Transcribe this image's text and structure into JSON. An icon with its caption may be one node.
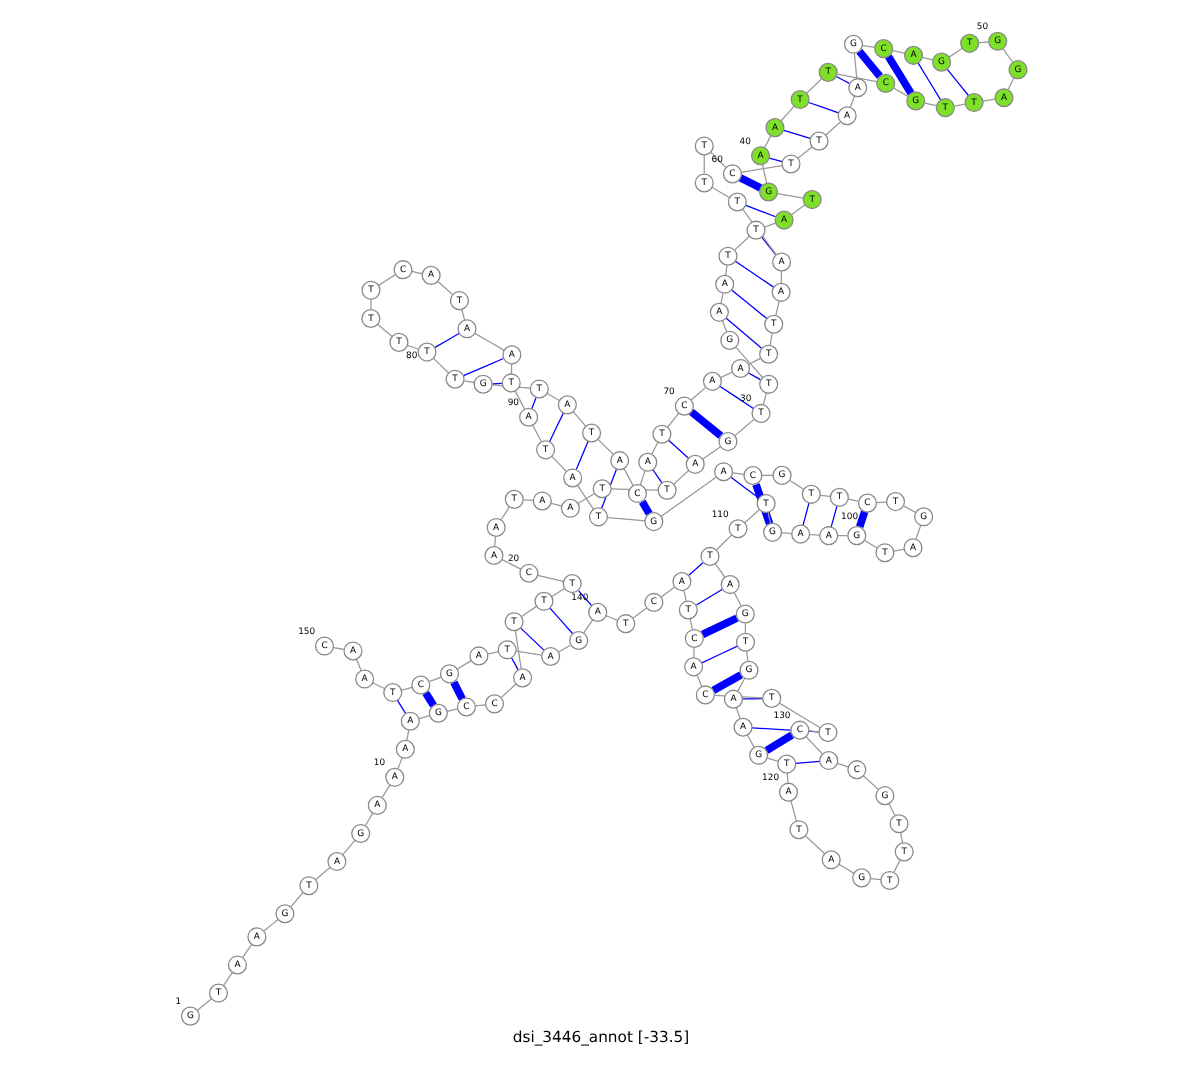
{
  "diagram": {
    "title": "dsi_3446_annot [-33.5]",
    "nodes": [
      {
        "text": [
          "G"
        ],
        "beside": [
          "1"
        ]
      },
      {
        "text": [
          "T"
        ]
      },
      {
        "text": [
          "A"
        ]
      },
      {
        "text": [
          "A"
        ]
      },
      {
        "text": [
          "G"
        ]
      },
      {
        "text": [
          "T"
        ]
      },
      {
        "text": [
          "A"
        ]
      },
      {
        "text": [
          "G"
        ]
      },
      {
        "text": [
          "A"
        ]
      },
      {
        "text": [
          "A"
        ],
        "beside": [
          "10"
        ]
      },
      {
        "text": [
          "A"
        ]
      },
      {
        "text": [
          "A"
        ]
      },
      {
        "text": [
          "G"
        ]
      },
      {
        "text": [
          "C"
        ]
      },
      {
        "text": [
          "C"
        ]
      },
      {
        "text": [
          "A"
        ]
      },
      {
        "text": [
          "T"
        ]
      },
      {
        "text": [
          "T"
        ]
      },
      {
        "text": [
          "T"
        ]
      },
      {
        "text": [
          "C"
        ],
        "beside": [
          "20"
        ]
      },
      {
        "text": [
          "A"
        ]
      },
      {
        "text": [
          "A"
        ]
      },
      {
        "text": [
          "T"
        ]
      },
      {
        "text": [
          "A"
        ]
      },
      {
        "text": [
          "A"
        ]
      },
      {
        "text": [
          "T"
        ]
      },
      {
        "text": [
          "T"
        ]
      },
      {
        "text": [
          "A"
        ]
      },
      {
        "text": [
          "G"
        ]
      },
      {
        "text": [
          "T"
        ],
        "beside": [
          "30"
        ]
      },
      {
        "text": [
          "T"
        ]
      },
      {
        "text": [
          "G"
        ]
      },
      {
        "text": [
          "A"
        ]
      },
      {
        "text": [
          "A"
        ]
      },
      {
        "text": [
          "T"
        ]
      },
      {
        "text": [
          "T"
        ]
      },
      {
        "text": [
          "A"
        ]
      },
      {
        "text": [
          "T"
        ]
      },
      {
        "text": [
          "G"
        ]
      },
      {
        "text": [
          "A"
        ],
        "beside": [
          "40"
        ]
      },
      {
        "text": [
          "A"
        ]
      },
      {
        "text": [
          "T"
        ]
      },
      {
        "text": [
          "T"
        ]
      },
      {
        "text": [
          "C"
        ]
      },
      {
        "text": [
          "G"
        ]
      },
      {
        "text": [
          "T"
        ]
      },
      {
        "text": [
          "T"
        ]
      },
      {
        "text": [
          "A"
        ]
      },
      {
        "text": [
          "G"
        ]
      },
      {
        "text": [
          "G"
        ],
        "beside": [
          "50"
        ]
      },
      {
        "text": [
          "T"
        ]
      },
      {
        "text": [
          "G"
        ]
      },
      {
        "text": [
          "A"
        ]
      },
      {
        "text": [
          "C"
        ]
      },
      {
        "text": [
          "G"
        ]
      },
      {
        "text": [
          "A"
        ]
      },
      {
        "text": [
          "A"
        ]
      },
      {
        "text": [
          "T"
        ]
      },
      {
        "text": [
          "T"
        ]
      },
      {
        "text": [
          "C"
        ],
        "beside": [
          "60"
        ]
      },
      {
        "text": [
          "T"
        ]
      },
      {
        "text": [
          "T"
        ]
      },
      {
        "text": [
          "T"
        ]
      },
      {
        "text": [
          "A"
        ]
      },
      {
        "text": [
          "A"
        ]
      },
      {
        "text": [
          "T"
        ]
      },
      {
        "text": [
          "T"
        ]
      },
      {
        "text": [
          "A"
        ]
      },
      {
        "text": [
          "A"
        ]
      },
      {
        "text": [
          "C"
        ],
        "beside": [
          "70"
        ]
      },
      {
        "text": [
          "T"
        ]
      },
      {
        "text": [
          "A"
        ]
      },
      {
        "text": [
          "C"
        ]
      },
      {
        "text": [
          "A"
        ]
      },
      {
        "text": [
          "T"
        ]
      },
      {
        "text": [
          "A"
        ]
      },
      {
        "text": [
          "T"
        ]
      },
      {
        "text": [
          "G"
        ]
      },
      {
        "text": [
          "T"
        ]
      },
      {
        "text": [
          "T"
        ],
        "beside": [
          "80"
        ]
      },
      {
        "text": [
          "T"
        ]
      },
      {
        "text": [
          "T"
        ]
      },
      {
        "text": [
          "T"
        ]
      },
      {
        "text": [
          "C"
        ]
      },
      {
        "text": [
          "A"
        ]
      },
      {
        "text": [
          "T"
        ]
      },
      {
        "text": [
          "A"
        ]
      },
      {
        "text": [
          "A"
        ]
      },
      {
        "text": [
          "T"
        ]
      },
      {
        "text": [
          "A"
        ],
        "beside": [
          "90"
        ]
      },
      {
        "text": [
          "T"
        ]
      },
      {
        "text": [
          "A"
        ]
      },
      {
        "text": [
          "T"
        ]
      },
      {
        "text": [
          "G"
        ]
      },
      {
        "text": [
          "A"
        ]
      },
      {
        "text": [
          "C"
        ]
      },
      {
        "text": [
          "G"
        ]
      },
      {
        "text": [
          "T"
        ]
      },
      {
        "text": [
          "T"
        ]
      },
      {
        "text": [
          "C"
        ],
        "beside": [
          "100"
        ]
      },
      {
        "text": [
          "T"
        ]
      },
      {
        "text": [
          "G"
        ]
      },
      {
        "text": [
          "A"
        ]
      },
      {
        "text": [
          "T"
        ]
      },
      {
        "text": [
          "G"
        ]
      },
      {
        "text": [
          "A"
        ]
      },
      {
        "text": [
          "A"
        ]
      },
      {
        "text": [
          "G"
        ]
      },
      {
        "text": [
          "T"
        ]
      },
      {
        "text": [
          "T"
        ],
        "beside": [
          "110"
        ]
      },
      {
        "text": [
          "T"
        ]
      },
      {
        "text": [
          "A"
        ]
      },
      {
        "text": [
          "G"
        ]
      },
      {
        "text": [
          "T"
        ]
      },
      {
        "text": [
          "G"
        ]
      },
      {
        "text": [
          "A"
        ]
      },
      {
        "text": [
          "A"
        ]
      },
      {
        "text": [
          "G"
        ]
      },
      {
        "text": [
          "T"
        ]
      },
      {
        "text": [
          "A"
        ],
        "beside": [
          "120"
        ]
      },
      {
        "text": [
          "T"
        ]
      },
      {
        "text": [
          "A"
        ]
      },
      {
        "text": [
          "G"
        ]
      },
      {
        "text": [
          "T"
        ]
      },
      {
        "text": [
          "T"
        ]
      },
      {
        "text": [
          "T"
        ]
      },
      {
        "text": [
          "G"
        ]
      },
      {
        "text": [
          "C"
        ]
      },
      {
        "text": [
          "A"
        ]
      },
      {
        "text": [
          "C"
        ],
        "beside": [
          "130"
        ]
      },
      {
        "text": [
          "T"
        ]
      },
      {
        "text": [
          "T"
        ]
      },
      {
        "text": [
          "C"
        ]
      },
      {
        "text": [
          "A"
        ]
      },
      {
        "text": [
          "C"
        ]
      },
      {
        "text": [
          "T"
        ]
      },
      {
        "text": [
          "A"
        ]
      },
      {
        "text": [
          "C"
        ]
      },
      {
        "text": [
          "T"
        ]
      },
      {
        "text": [
          "A"
        ],
        "beside": [
          "140"
        ]
      },
      {
        "text": [
          "G"
        ]
      },
      {
        "text": [
          "A"
        ]
      },
      {
        "text": [
          "T"
        ]
      },
      {
        "text": [
          "A"
        ]
      },
      {
        "text": [
          "G"
        ]
      },
      {
        "text": [
          "C"
        ]
      },
      {
        "text": [
          "T"
        ]
      },
      {
        "text": [
          "A"
        ]
      },
      {
        "text": [
          "A"
        ]
      },
      {
        "text": [
          "C"
        ],
        "beside": [
          "150"
        ]
      }
    ],
    "edges": [
      {
        "from": 0,
        "to": 1,
        "arrow": "none"
      },
      {
        "from": 1,
        "to": 2,
        "arrow": "none"
      },
      {
        "from": 2,
        "to": 3,
        "arrow": "none"
      },
      {
        "from": 3,
        "to": 4,
        "arrow": "none"
      },
      {
        "from": 4,
        "to": 5,
        "arrow": "none"
      },
      {
        "from": 5,
        "to": 6,
        "arrow": "none"
      },
      {
        "from": 6,
        "to": 7,
        "arrow": "none"
      },
      {
        "from": 7,
        "to": 8,
        "arrow": "none"
      },
      {
        "from": 8,
        "to": 9,
        "arrow": "none"
      },
      {
        "from": 9,
        "to": 10,
        "arrow": "none"
      },
      {
        "from": 10,
        "to": 11,
        "arrow": "none"
      },
      {
        "from": 11,
        "to": 12,
        "arrow": "none"
      },
      {
        "from": 12,
        "to": 13,
        "arrow": "none"
      },
      {
        "from": 13,
        "to": 14,
        "arrow": "none"
      },
      {
        "from": 14,
        "to": 15,
        "arrow": "none"
      },
      {
        "from": 15,
        "to": 16,
        "arrow": "none"
      },
      {
        "from": 16,
        "to": 17,
        "arrow": "none"
      },
      {
        "from": 17,
        "to": 18,
        "arrow": "none"
      },
      {
        "from": 18,
        "to": 19,
        "arrow": "none"
      },
      {
        "from": 19,
        "to": 20,
        "arrow": "none"
      },
      {
        "from": 20,
        "to": 21,
        "arrow": "none"
      },
      {
        "from": 21,
        "to": 22,
        "arrow": "none"
      },
      {
        "from": 22,
        "to": 23,
        "arrow": "none"
      },
      {
        "from": 23,
        "to": 24,
        "arrow": "none"
      },
      {
        "from": 24,
        "to": 25,
        "arrow": "none"
      },
      {
        "from": 25,
        "to": 26,
        "arrow": "none"
      },
      {
        "from": 26,
        "to": 27,
        "arrow": "none"
      },
      {
        "from": 27,
        "to": 28,
        "arrow": "none"
      },
      {
        "from": 28,
        "to": 29,
        "arrow": "none"
      },
      {
        "from": 29,
        "to": 30,
        "arrow": "none"
      },
      {
        "from": 30,
        "to": 31,
        "arrow": "none"
      },
      {
        "from": 31,
        "to": 32,
        "arrow": "none"
      },
      {
        "from": 32,
        "to": 33,
        "arrow": "none"
      },
      {
        "from": 33,
        "to": 34,
        "arrow": "none"
      },
      {
        "from": 34,
        "to": 35,
        "arrow": "none"
      },
      {
        "from": 35,
        "to": 36,
        "arrow": "none"
      },
      {
        "from": 36,
        "to": 37,
        "arrow": "none"
      },
      {
        "from": 37,
        "to": 38,
        "arrow": "none"
      },
      {
        "from": 38,
        "to": 39,
        "arrow": "none"
      },
      {
        "from": 39,
        "to": 40,
        "arrow": "none"
      },
      {
        "from": 40,
        "to": 41,
        "arrow": "none"
      },
      {
        "from": 41,
        "to": 42,
        "arrow": "none"
      },
      {
        "from": 42,
        "to": 43,
        "arrow": "none"
      },
      {
        "from": 43,
        "to": 44,
        "arrow": "none"
      },
      {
        "from": 44,
        "to": 45,
        "arrow": "none"
      },
      {
        "from": 45,
        "to": 46,
        "arrow": "none"
      },
      {
        "from": 46,
        "to": 47,
        "arrow": "none"
      },
      {
        "from": 47,
        "to": 48,
        "arrow": "none"
      },
      {
        "from": 48,
        "to": 49,
        "arrow": "none"
      },
      {
        "from": 49,
        "to": 50,
        "arrow": "none"
      },
      {
        "from": 50,
        "to": 51,
        "arrow": "none"
      },
      {
        "from": 51,
        "to": 52,
        "arrow": "none"
      },
      {
        "from": 52,
        "to": 53,
        "arrow": "none"
      },
      {
        "from": 53,
        "to": 54,
        "arrow": "none"
      },
      {
        "from": 54,
        "to": 55,
        "arrow": "none"
      },
      {
        "from": 55,
        "to": 56,
        "arrow": "none"
      },
      {
        "from": 56,
        "to": 57,
        "arrow": "none"
      },
      {
        "from": 57,
        "to": 58,
        "arrow": "none"
      },
      {
        "from": 58,
        "to": 59,
        "arrow": "none"
      },
      {
        "from": 59,
        "to": 60,
        "arrow": "none"
      },
      {
        "from": 60,
        "to": 61,
        "arrow": "none"
      },
      {
        "from": 61,
        "to": 62,
        "arrow": "none"
      },
      {
        "from": 62,
        "to": 63,
        "arrow": "none"
      },
      {
        "from": 63,
        "to": 64,
        "arrow": "none"
      },
      {
        "from": 64,
        "to": 65,
        "arrow": "none"
      },
      {
        "from": 65,
        "to": 66,
        "arrow": "none"
      },
      {
        "from": 66,
        "to": 67,
        "arrow": "none"
      },
      {
        "from": 67,
        "to": 68,
        "arrow": "none"
      },
      {
        "from": 68,
        "to": 69,
        "arrow": "none"
      },
      {
        "from": 69,
        "to": 70,
        "arrow": "none"
      },
      {
        "from": 70,
        "to": 71,
        "arrow": "none"
      },
      {
        "from": 71,
        "to": 72,
        "arrow": "none"
      },
      {
        "from": 72,
        "to": 73,
        "arrow": "none"
      },
      {
        "from": 73,
        "to": 74,
        "arrow": "none"
      },
      {
        "from": 74,
        "to": 75,
        "arrow": "none"
      },
      {
        "from": 75,
        "to": 76,
        "arrow": "none"
      },
      {
        "from": 76,
        "to": 77,
        "arrow": "none"
      },
      {
        "from": 77,
        "to": 78,
        "arrow": "none"
      },
      {
        "from": 78,
        "to": 79,
        "arrow": "none"
      },
      {
        "from": 79,
        "to": 80,
        "arrow": "none"
      },
      {
        "from": 80,
        "to": 81,
        "arrow": "none"
      },
      {
        "from": 81,
        "to": 82,
        "arrow": "none"
      },
      {
        "from": 82,
        "to": 83,
        "arrow": "none"
      },
      {
        "from": 83,
        "to": 84,
        "arrow": "none"
      },
      {
        "from": 84,
        "to": 85,
        "arrow": "none"
      },
      {
        "from": 85,
        "to": 86,
        "arrow": "none"
      },
      {
        "from": 86,
        "to": 87,
        "arrow": "none"
      },
      {
        "from": 87,
        "to": 88,
        "arrow": "none"
      },
      {
        "from": 88,
        "to": 89,
        "arrow": "none"
      },
      {
        "from": 89,
        "to": 90,
        "arrow": "none"
      },
      {
        "from": 90,
        "to": 91,
        "arrow": "none"
      },
      {
        "from": 91,
        "to": 92,
        "arrow": "none"
      },
      {
        "from": 92,
        "to": 93,
        "arrow": "none"
      },
      {
        "from": 93,
        "to": 94,
        "arrow": "none"
      },
      {
        "from": 94,
        "to": 95,
        "arrow": "none"
      },
      {
        "from": 95,
        "to": 96,
        "arrow": "none"
      },
      {
        "from": 96,
        "to": 97,
        "arrow": "none"
      },
      {
        "from": 97,
        "to": 98,
        "arrow": "none"
      },
      {
        "from": 98,
        "to": 99,
        "arrow": "none"
      },
      {
        "from": 99,
        "to": 100,
        "arrow": "none"
      },
      {
        "from": 100,
        "to": 101,
        "arrow": "none"
      },
      {
        "from": 101,
        "to": 102,
        "arrow": "none"
      },
      {
        "from": 102,
        "to": 103,
        "arrow": "none"
      },
      {
        "from": 103,
        "to": 104,
        "arrow": "none"
      },
      {
        "from": 104,
        "to": 105,
        "arrow": "none"
      },
      {
        "from": 105,
        "to": 106,
        "arrow": "none"
      },
      {
        "from": 106,
        "to": 107,
        "arrow": "none"
      },
      {
        "from": 107,
        "to": 108,
        "arrow": "none"
      },
      {
        "from": 108,
        "to": 109,
        "arrow": "none"
      },
      {
        "from": 109,
        "to": 110,
        "arrow": "none"
      },
      {
        "from": 110,
        "to": 111,
        "arrow": "none"
      },
      {
        "from": 111,
        "to": 112,
        "arrow": "none"
      },
      {
        "from": 112,
        "to": 113,
        "arrow": "none"
      },
      {
        "from": 113,
        "to": 114,
        "arrow": "none"
      },
      {
        "from": 114,
        "to": 115,
        "arrow": "none"
      },
      {
        "from": 115,
        "to": 116,
        "arrow": "none"
      },
      {
        "from": 116,
        "to": 117,
        "arrow": "none"
      },
      {
        "from": 117,
        "to": 118,
        "arrow": "none"
      },
      {
        "from": 118,
        "to": 119,
        "arrow": "none"
      },
      {
        "from": 119,
        "to": 120,
        "arrow": "none"
      },
      {
        "from": 120,
        "to": 121,
        "arrow": "none"
      },
      {
        "from": 121,
        "to": 122,
        "arrow": "none"
      },
      {
        "from": 122,
        "to": 123,
        "arrow": "none"
      },
      {
        "from": 123,
        "to": 124,
        "arrow": "none"
      },
      {
        "from": 124,
        "to": 125,
        "arrow": "none"
      },
      {
        "from": 125,
        "to": 126,
        "arrow": "none"
      },
      {
        "from": 126,
        "to": 127,
        "arrow": "none"
      },
      {
        "from": 127,
        "to": 128,
        "arrow": "none"
      },
      {
        "from": 128,
        "to": 129,
        "arrow": "none"
      },
      {
        "from": 129,
        "to": 130,
        "arrow": "none"
      },
      {
        "from": 130,
        "to": 131,
        "arrow": "none"
      },
      {
        "from": 131,
        "to": 132,
        "arrow": "none"
      },
      {
        "from": 132,
        "to": 133,
        "arrow": "none"
      },
      {
        "from": 133,
        "to": 134,
        "arrow": "none"
      },
      {
        "from": 134,
        "to": 135,
        "arrow": "none"
      },
      {
        "from": 135,
        "to": 136,
        "arrow": "none"
      },
      {
        "from": 136,
        "to": 137,
        "arrow": "none"
      },
      {
        "from": 137,
        "to": 138,
        "arrow": "none"
      },
      {
        "from": 138,
        "to": 139,
        "arrow": "none"
      },
      {
        "from": 139,
        "to": 140,
        "arrow": "none"
      },
      {
        "from": 140,
        "to": 141,
        "arrow": "none"
      },
      {
        "from": 141,
        "to": 142,
        "arrow": "none"
      },
      {
        "from": 142,
        "to": 143,
        "arrow": "none"
      },
      {
        "from": 143,
        "to": 144,
        "arrow": "none"
      },
      {
        "from": 144,
        "to": 145,
        "arrow": "none"
      },
      {
        "from": 145,
        "to": 146,
        "arrow": "none"
      },
      {
        "from": 146,
        "to": 147,
        "arrow": "none"
      },
      {
        "from": 147,
        "to": 148,
        "arrow": "none"
      },
      {
        "from": 148,
        "to": 149,
        "arrow": "none"
      },
      {
        "from": 11,
        "to": 146,
        "arrow": "none",
        "color": "#0000ff"
      },
      {
        "from": 12,
        "to": 145,
        "arrow": "none",
        "color": "#0000ff",
        "style": "thick"
      },
      {
        "from": 13,
        "to": 144,
        "arrow": "none",
        "color": "#0000ff",
        "style": "thick"
      },
      {
        "from": 15,
        "to": 142,
        "arrow": "none",
        "color": "#0000ff"
      },
      {
        "from": 16,
        "to": 141,
        "arrow": "none",
        "color": "#0000ff"
      },
      {
        "from": 17,
        "to": 140,
        "arrow": "none",
        "color": "#0000ff"
      },
      {
        "from": 18,
        "to": 139,
        "arrow": "none",
        "color": "#0000ff"
      },
      {
        "from": 26,
        "to": 71,
        "arrow": "none",
        "color": "#0000ff"
      },
      {
        "from": 27,
        "to": 70,
        "arrow": "none",
        "color": "#0000ff"
      },
      {
        "from": 28,
        "to": 69,
        "arrow": "none",
        "color": "#0000ff",
        "style": "thick"
      },
      {
        "from": 29,
        "to": 68,
        "arrow": "none",
        "color": "#0000ff"
      },
      {
        "from": 30,
        "to": 67,
        "arrow": "none",
        "color": "#0000ff"
      },
      {
        "from": 32,
        "to": 66,
        "arrow": "none",
        "color": "#0000ff"
      },
      {
        "from": 33,
        "to": 65,
        "arrow": "none",
        "color": "#0000ff"
      },
      {
        "from": 34,
        "to": 64,
        "arrow": "none",
        "color": "#0000ff"
      },
      {
        "from": 35,
        "to": 63,
        "arrow": "none",
        "color": "#0000ff"
      },
      {
        "from": 36,
        "to": 62,
        "arrow": "none",
        "color": "#0000ff"
      },
      {
        "from": 38,
        "to": 59,
        "arrow": "none",
        "color": "#0000ff",
        "style": "thick"
      },
      {
        "from": 39,
        "to": 58,
        "arrow": "none",
        "color": "#0000ff"
      },
      {
        "from": 40,
        "to": 57,
        "arrow": "none",
        "color": "#0000ff"
      },
      {
        "from": 41,
        "to": 56,
        "arrow": "none",
        "color": "#0000ff"
      },
      {
        "from": 42,
        "to": 55,
        "arrow": "none",
        "color": "#0000ff"
      },
      {
        "from": 43,
        "to": 54,
        "arrow": "none",
        "color": "#0000ff",
        "style": "thick"
      },
      {
        "from": 44,
        "to": 53,
        "arrow": "none",
        "color": "#0000ff",
        "style": "thick"
      },
      {
        "from": 45,
        "to": 52,
        "arrow": "none",
        "color": "#0000ff"
      },
      {
        "from": 46,
        "to": 51,
        "arrow": "none",
        "color": "#0000ff"
      },
      {
        "from": 72,
        "to": 93,
        "arrow": "none",
        "color": "#0000ff",
        "style": "thick"
      },
      {
        "from": 73,
        "to": 92,
        "arrow": "none",
        "color": "#0000ff"
      },
      {
        "from": 74,
        "to": 91,
        "arrow": "none",
        "color": "#0000ff"
      },
      {
        "from": 75,
        "to": 90,
        "arrow": "none",
        "color": "#0000ff"
      },
      {
        "from": 76,
        "to": 89,
        "arrow": "none",
        "color": "#0000ff"
      },
      {
        "from": 77,
        "to": 88,
        "arrow": "none",
        "color": "#0000ff"
      },
      {
        "from": 78,
        "to": 87,
        "arrow": "none",
        "color": "#0000ff"
      },
      {
        "from": 79,
        "to": 86,
        "arrow": "none",
        "color": "#0000ff"
      },
      {
        "from": 94,
        "to": 108,
        "arrow": "none",
        "color": "#0000ff"
      },
      {
        "from": 95,
        "to": 107,
        "arrow": "none",
        "color": "#0000ff",
        "style": "thick"
      },
      {
        "from": 97,
        "to": 106,
        "arrow": "none",
        "color": "#0000ff"
      },
      {
        "from": 98,
        "to": 105,
        "arrow": "none",
        "color": "#0000ff"
      },
      {
        "from": 99,
        "to": 104,
        "arrow": "none",
        "color": "#0000ff",
        "style": "thick"
      },
      {
        "from": 110,
        "to": 136,
        "arrow": "none",
        "color": "#0000ff"
      },
      {
        "from": 111,
        "to": 135,
        "arrow": "none",
        "color": "#0000ff"
      },
      {
        "from": 112,
        "to": 134,
        "arrow": "none",
        "color": "#0000ff",
        "style": "thick"
      },
      {
        "from": 113,
        "to": 133,
        "arrow": "none",
        "color": "#0000ff"
      },
      {
        "from": 114,
        "to": 132,
        "arrow": "none",
        "color": "#0000ff",
        "style": "thick"
      },
      {
        "from": 115,
        "to": 131,
        "arrow": "none",
        "color": "#0000ff"
      },
      {
        "from": 116,
        "to": 130,
        "arrow": "none",
        "color": "#0000ff"
      },
      {
        "from": 117,
        "to": 129,
        "arrow": "none",
        "color": "#0000ff",
        "style": "thick"
      },
      {
        "from": 118,
        "to": 128,
        "arrow": "none",
        "color": "#0000ff"
      }
    ]
  }
}
